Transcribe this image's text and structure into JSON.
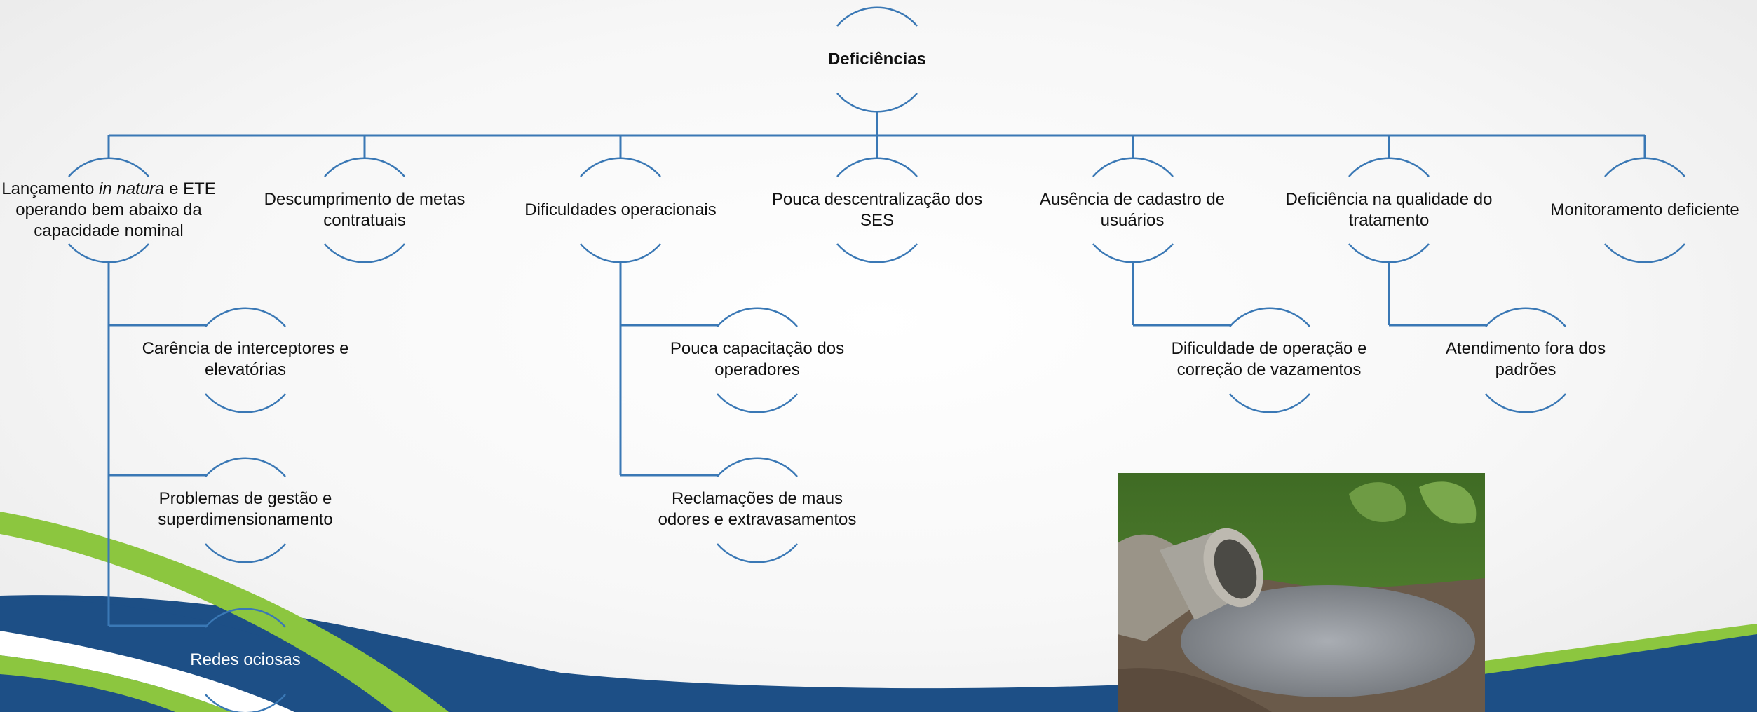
{
  "diagram": {
    "root": {
      "id": "root",
      "label": "Deficiências"
    },
    "branches": [
      {
        "id": "b1",
        "label_parts": [
          {
            "text": "Lançamento ",
            "italic": false
          },
          {
            "text": "in natura",
            "italic": true
          },
          {
            "text": " e ETE operando bem abaixo da capacidade nominal",
            "italic": false
          }
        ],
        "children": [
          {
            "id": "b1c1",
            "label": "Carência de interceptores e elevatórias"
          },
          {
            "id": "b1c2",
            "label": "Problemas de gestão e superdimensionamento"
          },
          {
            "id": "b1c3",
            "label": "Redes ociosas"
          }
        ]
      },
      {
        "id": "b2",
        "label": "Descumprimento de metas contratuais",
        "children": []
      },
      {
        "id": "b3",
        "label": "Dificuldades operacionais",
        "children": [
          {
            "id": "b3c1",
            "label": "Pouca capacitação dos operadores"
          },
          {
            "id": "b3c2",
            "label": "Reclamações de maus odores e extravasamentos"
          }
        ]
      },
      {
        "id": "b4",
        "label": "Pouca descentralização dos SES",
        "children": []
      },
      {
        "id": "b5",
        "label": "Ausência de cadastro de usuários",
        "children": [
          {
            "id": "b5c1",
            "label": "Dificuldade de operação e correção de vazamentos"
          }
        ]
      },
      {
        "id": "b6",
        "label": "Deficiência na qualidade do tratamento",
        "children": [
          {
            "id": "b6c1",
            "label": "Atendimento fora dos padrões"
          }
        ]
      },
      {
        "id": "b7",
        "label": "Monitoramento deficiente",
        "children": []
      }
    ]
  },
  "photo": {
    "subject": "sewage-pipe-discharge-photo"
  },
  "colors": {
    "connector": "#3a78b5",
    "arc": "#3a78b5",
    "swoosh_blue": "#1d4f86",
    "swoosh_green": "#8cc63f",
    "swoosh_light_green": "#b7dc6e"
  }
}
